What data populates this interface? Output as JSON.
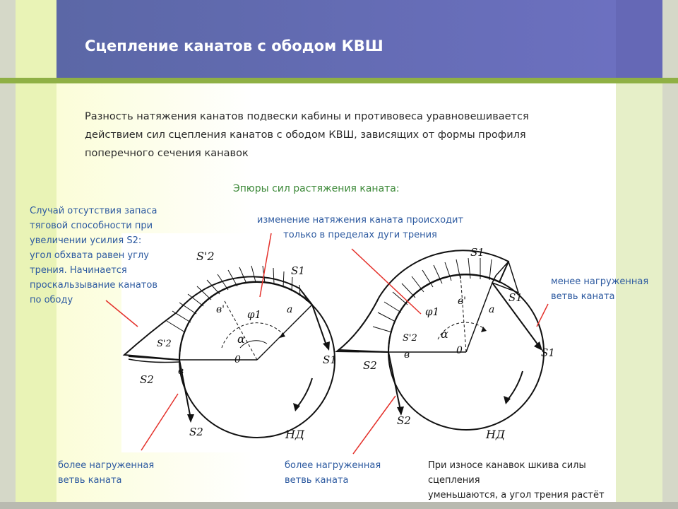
{
  "header": {
    "title": "Сцепление канатов с ободом КВШ"
  },
  "intro": {
    "lines": [
      "Разность натяжения канатов подвески кабины и противовеса уравновешивается",
      "действием сил сцепления канатов с ободом КВШ, зависящих от формы профиля",
      "поперечного сечения канавок"
    ]
  },
  "subheading": "Эпюры сил растяжения каната:",
  "notes": {
    "left_case": {
      "lines": [
        "Случай отсутствия запаса",
        "тяговой способности при",
        "увеличении усилия S2:",
        "угол обхвата равен углу",
        "трения. Начинается",
        "проскальзывание канатов",
        "по ободу"
      ]
    },
    "top_center": {
      "lines": [
        "изменение натяжения каната происходит",
        "только в пределах дуги трения"
      ]
    },
    "right_top": {
      "lines": [
        "менее нагруженная",
        "ветвь каната"
      ]
    },
    "bottom_left": {
      "lines": [
        "более нагруженная",
        "ветвь каната"
      ]
    },
    "bottom_center": {
      "lines": [
        "более нагруженная",
        "ветвь каната"
      ]
    },
    "bottom_right": {
      "lines": [
        "При износе канавок шкива силы сцепления",
        "уменьшаются, а угол трения растёт"
      ]
    }
  },
  "diagram_left": {
    "s2_prime": "S'2",
    "s1": "S1",
    "s1_arrow": "S1",
    "s2": "S2",
    "s2_arrow": "S2",
    "s2_prime_inner": "S'2",
    "b_prime": "в'",
    "b": "в",
    "a": "а",
    "phi": "φ1",
    "alpha": "α",
    "o": "0",
    "nd": "НД"
  },
  "diagram_right": {
    "s1_top": "S1",
    "s1_side": "S1",
    "s1_arrow": "S1",
    "s2": "S2",
    "s2_arrow": "S2",
    "s2_prime_inner": "S'2",
    "b_prime": "в'",
    "b": "в",
    "a": "а",
    "phi": "φ1",
    "alpha": "α",
    "o": "0",
    "nd": "НД"
  },
  "colors": {
    "accent_line": "#e4312b",
    "note_blue": "#2d5aa0",
    "subheading_green": "#3e8a3a",
    "header": "#6168b4"
  }
}
